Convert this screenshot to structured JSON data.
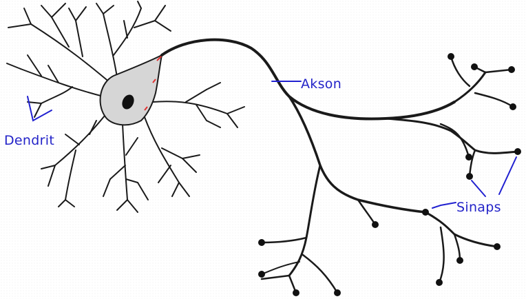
{
  "diagram": {
    "labels": {
      "akson": "Akson",
      "dendrit": "Dendrit",
      "sinaps": "Sinaps"
    },
    "colors": {
      "line": "#1a1a1a",
      "label": "#2323c8",
      "pointer": "#2020d0",
      "soma_fill": "#d6d6d6",
      "nucleus": "#111111",
      "accent": "#e03030"
    }
  }
}
